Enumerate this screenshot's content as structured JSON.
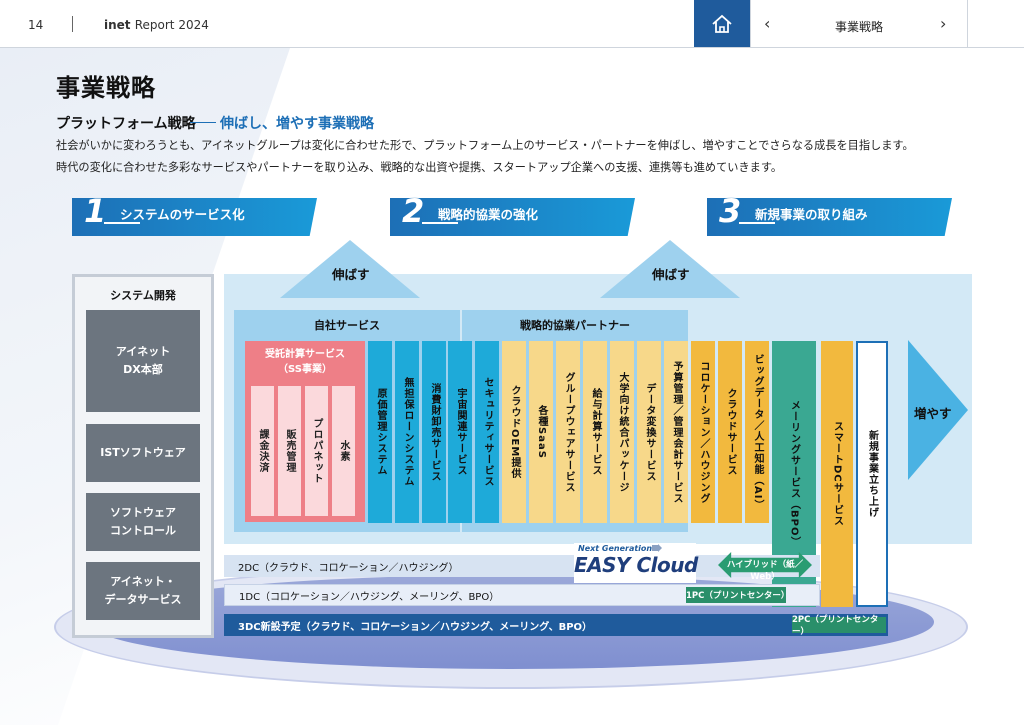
{
  "header": {
    "page_number": "14",
    "report_brand": "inet",
    "report_name": "Report 2024",
    "nav_title": "事業戦略",
    "prev": "‹",
    "next": "›"
  },
  "title": "事業戦略",
  "subtitle": {
    "main": "プラットフォーム戦略",
    "accent": "伸ばし、増やす事業戦略"
  },
  "paragraph": [
    "社会がいかに変わろうとも、アイネットグループは変化に合わせた形で、プラットフォーム上のサービス・パートナーを伸ばし、増やすことでさらなる成長を目指します。",
    "時代の変化に合わせた多彩なサービスやパートナーを取り込み、戦略的な出資や提携、スタートアップ企業への支援、連携等も進めていきます。"
  ],
  "strategies": [
    {
      "num": "1",
      "label": "システムのサービス化"
    },
    {
      "num": "2",
      "label": "戦略的協業の強化"
    },
    {
      "num": "3",
      "label": "新規事業の取り組み"
    }
  ],
  "grow_label": "伸ばす",
  "increase_label": "増やす",
  "system_dev": {
    "title": "システム開発",
    "units": [
      "アイネット\nDX本部",
      "ISTソフトウェア",
      "ソフトウェア\nコントロール",
      "アイネット・\nデータサービス"
    ]
  },
  "own_services": {
    "header": "自社サービス",
    "ss_title": "受託計算サービス\n（SS事業）",
    "ss_items": [
      "課金決済",
      "販売管理",
      "プロパネット",
      "水素"
    ],
    "columns": [
      "原価管理システム",
      "無担保ローンシステム",
      "消費財卸売サービス",
      "宇宙関連サービス",
      "セキュリティサービス"
    ]
  },
  "partners": {
    "header": "戦略的協業パートナー",
    "columns": [
      "クラウドOEM提供",
      "各種SaaS",
      "グループウェアサービス",
      "給与計算サービス",
      "大学向け統合パッケージ",
      "データ変換サービス",
      "予算管理／管理会計サービス"
    ]
  },
  "new_services": [
    "コロケーション／ハウジング",
    "クラウドサービス",
    "ビッグデータ／人工知能（AI）"
  ],
  "mailing": "メーリングサービス（BPO）",
  "smart_dc": "スマートDCサービス",
  "new_business": "新規事業立ち上げ",
  "dc_rows": {
    "dc2": "2DC（クラウド、コロケーション／ハウジング）",
    "dc1": "1DC（コロケーション／ハウジング、メーリング、BPO）",
    "dc3": "3DC新設予定（クラウド、コロケーション／ハウジング、メーリング、BPO）"
  },
  "tags": {
    "pc1": "1PC（プリントセンター）",
    "pc2": "2PC（プリントセンター）"
  },
  "easy_cloud": {
    "top": "Next Generation",
    "main": "EASY Cloud"
  },
  "hybrid": "ハイブリッド（紙／Web）",
  "colors": {
    "navy": "#1f5b9c",
    "blue": "#1d6fb6",
    "cyan": "#1eaad9",
    "pink": "#ee7f87",
    "yellow": "#f7d88a",
    "orange": "#f2b93e",
    "green": "#3aa892"
  }
}
